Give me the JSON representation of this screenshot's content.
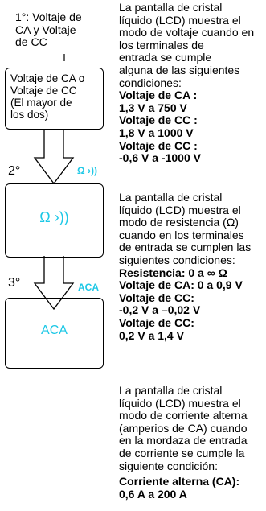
{
  "step1": {
    "line1": "1°: Voltaje de",
    "line2": "CA y Voltaje",
    "line3": "de CC"
  },
  "box1": {
    "line1": "Voltaje de CA o",
    "line2": "Voltaje de CC",
    "line3": "(El mayor de",
    "line4": "los dos)"
  },
  "step2": {
    "label": "2°",
    "icon_label": "Ω ›))"
  },
  "box2": {
    "display": "Ω ›))"
  },
  "step3": {
    "label": "3°",
    "icon_label": "ACA"
  },
  "box3": {
    "display": "ACA"
  },
  "colors": {
    "accent": "#1ec8e6"
  },
  "section1": {
    "text": [
      "La pantalla de cristal",
      "líquido (LCD) muestra el",
      "modo de voltaje cuando en",
      "los terminales de",
      "entrada se cumple",
      "alguna de las siguientes",
      "condiciones:"
    ],
    "conditions": [
      "Voltaje de CA :",
      "1,3 V a 750 V",
      "Voltaje de CC :",
      "1,8 V a 1000 V",
      "Voltaje de CC :",
      "-0,6 V a  -1000 V"
    ]
  },
  "section2": {
    "text": [
      "La pantalla de cristal",
      "líquido (LCD) muestra el",
      "modo de resistencia (Ω)",
      "cuando en los terminales",
      "de entrada se cumplen las",
      "siguientes condiciones:"
    ],
    "conditions": [
      "Resistencia: 0 a ∞ Ω",
      "Voltaje de CA: 0 a 0,9 V",
      "Voltaje de CC:",
      "-0,2 V a –0,02 V",
      "Voltaje de CC:",
      "0,2 V a 1,4 V"
    ]
  },
  "section3": {
    "text": [
      "La pantalla de cristal",
      "líquido (LCD) muestra el",
      "modo de corriente alterna",
      "(amperios de CA) cuando",
      "en la mordaza de entrada",
      "de corriente se cumple la",
      "siguiente condición:"
    ],
    "conditions": [
      "Corriente alterna (CA):",
      "0,6 A a 200 A"
    ]
  }
}
